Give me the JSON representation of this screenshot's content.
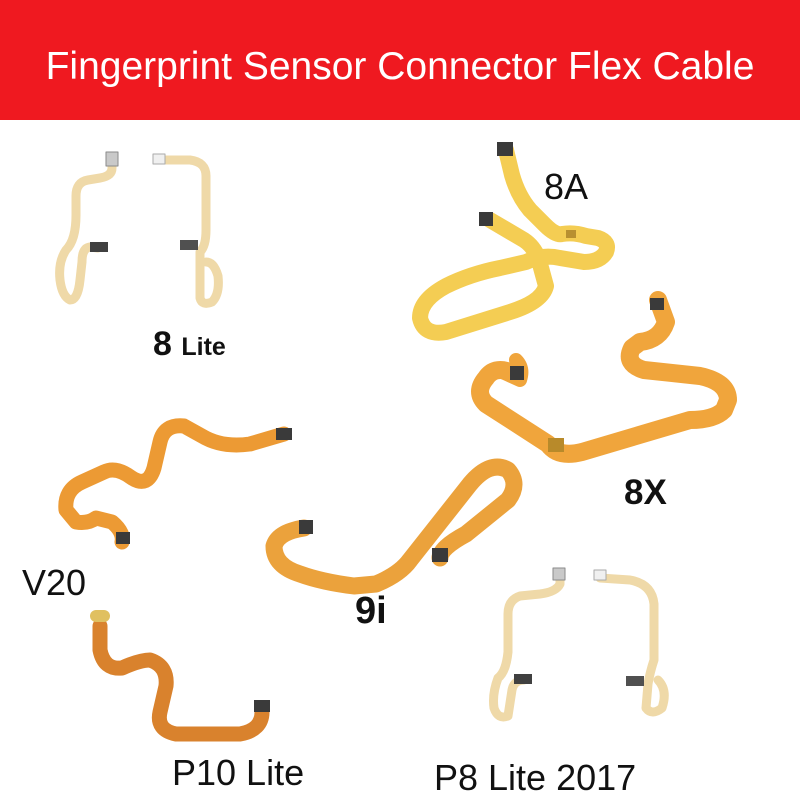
{
  "banner": {
    "title": "Fingerprint Sensor Connector Flex Cable",
    "background_color": "#ef1920",
    "text_color": "#ffffff"
  },
  "products": [
    {
      "model": "8",
      "suffix": "Lite"
    },
    {
      "model": "8A"
    },
    {
      "model": "8X"
    },
    {
      "model": "V20"
    },
    {
      "model": "9i"
    },
    {
      "model": "P10 Lite"
    },
    {
      "model": "P8 Lite 2017"
    }
  ],
  "colors": {
    "flex_cable_light": "#f3c56d",
    "flex_cable_orange": "#f2a541",
    "flex_cable_dark": "#d2852a",
    "connector": "#3a3a3a"
  }
}
